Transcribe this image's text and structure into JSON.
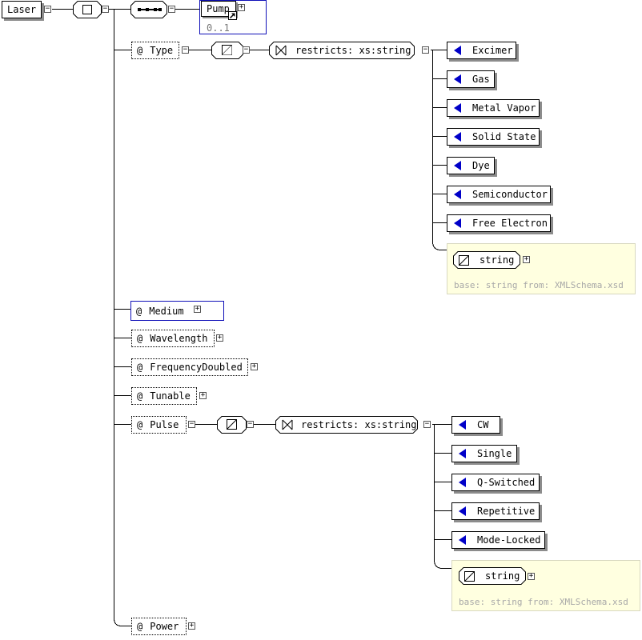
{
  "root": {
    "label": "Laser"
  },
  "pump": {
    "label": "Pump",
    "occurs": "0..1"
  },
  "attributes": {
    "type": "Type",
    "medium": "Medium",
    "wavelength": "Wavelength",
    "frequency_doubled": "FrequencyDoubled",
    "tunable": "Tunable",
    "pulse": "Pulse",
    "power": "Power"
  },
  "at_symbol": "@",
  "restriction_label": "restricts: xs:string",
  "type_enums": [
    "Excimer",
    "Gas",
    "Metal Vapor",
    "Solid State",
    "Dye",
    "Semiconductor",
    "Free Electron"
  ],
  "pulse_enums": [
    "CW",
    "Single",
    "Q-Switched",
    "Repetitive",
    "Mode-Locked"
  ],
  "base_type": {
    "label": "string",
    "note": "base: string from: XMLSchema.xsd"
  },
  "icons": {
    "expand": "plus-box-icon",
    "collapse": "minus-box-icon",
    "enum": "enumeration-triangle-icon",
    "simple_type": "simple-type-icon",
    "restriction": "restriction-bowtie-icon",
    "sequence": "sequence-compositor-icon",
    "complex_type": "complex-type-icon",
    "reference": "reference-arrow-icon"
  },
  "colors": {
    "enum_triangle": "#0000c8",
    "selection_border": "#1010b8",
    "note_bg": "#ffffe0",
    "note_text": "#a8a8a8"
  }
}
